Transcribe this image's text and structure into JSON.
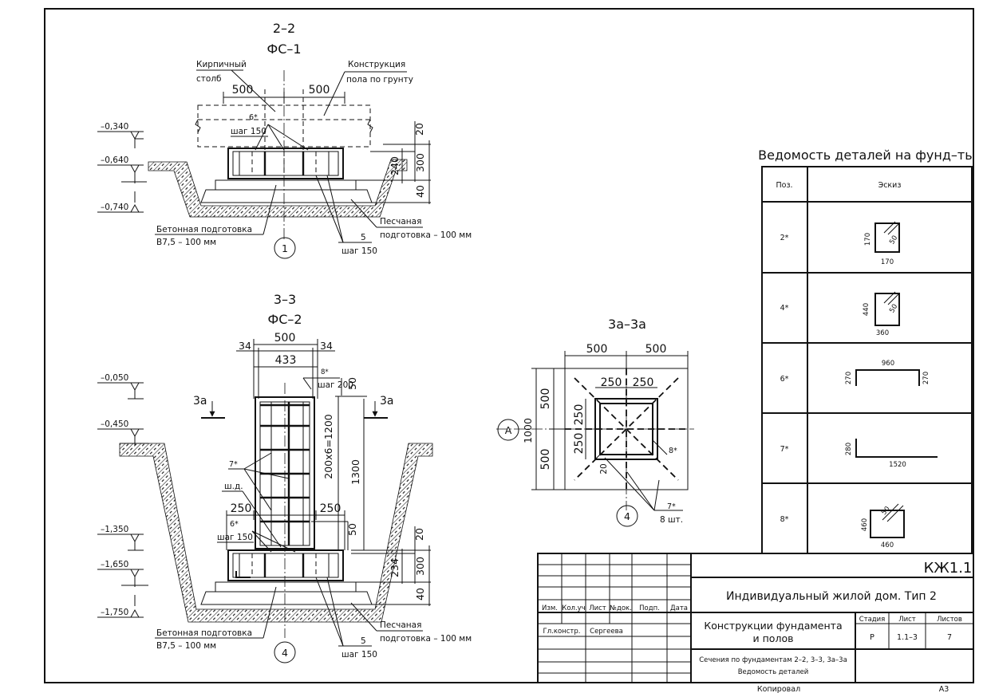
{
  "sections": {
    "s22": {
      "id": "2–2",
      "mark": "ФС–1",
      "label_brick": [
        "Кирпичный",
        "столб"
      ],
      "label_floor": [
        "Конструкция",
        "пола по грунту"
      ],
      "dim_left": "500",
      "dim_right": "500",
      "rebar_top": "6*",
      "rebar_top_step": "шаг 150",
      "dims_right": [
        "20",
        "240",
        "300",
        "40"
      ],
      "levels": [
        "–0,340",
        "–0,640",
        "–0,740"
      ],
      "label_concrete": [
        "Бетонная подготовка",
        "В7,5 – 100 мм"
      ],
      "label_sand": [
        "Песчаная",
        "подготовка – 100 мм"
      ],
      "rebar_bottom": "5",
      "rebar_bottom_step": "шаг 150",
      "axis": "1"
    },
    "s33": {
      "id": "3–3",
      "mark": "ФС–2",
      "dim_500": "500",
      "dim_433": "433",
      "dim_34a": "34",
      "dim_34b": "34",
      "rebar_8": "8*",
      "rebar_8_step": "шаг 200",
      "dim_50a": "50",
      "cut_left": "3а",
      "cut_right": "3а",
      "dim_column": "200x6=1200",
      "dim_1300": "1300",
      "rebar_7": "7*",
      "label_wd": "ш.д.",
      "dim_250a": "250",
      "dim_250b": "250",
      "rebar_6": "6*",
      "rebar_6_step": "шаг 150",
      "dim_50b": "50",
      "dims_right": [
        "20",
        "234",
        "300",
        "40"
      ],
      "levels": [
        "–0,050",
        "–0,450",
        "–1,350",
        "–1,650",
        "–1,750"
      ],
      "label_concrete": [
        "Бетонная подготовка",
        "В7,5 – 100 мм"
      ],
      "label_sand": [
        "Песчаная",
        "подготовка – 100 мм"
      ],
      "rebar_bottom": "5",
      "rebar_bottom_step": "шаг 150",
      "axis": "4"
    },
    "s3a": {
      "id": "3а–3а",
      "dim_top_l": "500",
      "dim_top_r": "500",
      "dim_left_t": "500",
      "dim_left_b": "500",
      "dim_left_total": "1000",
      "dim_in_l": "250",
      "dim_in_r": "250",
      "dim_in_vt": "250",
      "dim_in_vb": "250",
      "dim_20": "20",
      "rebar_8": "8*",
      "rebar_7": "7*",
      "rebar_7_count": "8 шт.",
      "axis_a": "А",
      "axis_4": "4"
    }
  },
  "schedule": {
    "title": "Ведомость деталей на фунд–ты",
    "col_pos": "Поз.",
    "col_sketch": "Эскиз",
    "rows": [
      {
        "pos": "2*",
        "dims": [
          "170",
          "50",
          "170"
        ]
      },
      {
        "pos": "4*",
        "dims": [
          "440",
          "50",
          "360"
        ]
      },
      {
        "pos": "6*",
        "dims": [
          "960",
          "270",
          "270"
        ]
      },
      {
        "pos": "7*",
        "dims": [
          "280",
          "1520"
        ]
      },
      {
        "pos": "8*",
        "dims": [
          "460",
          "50",
          "460"
        ]
      }
    ]
  },
  "title_block": {
    "code": "КЖ1.1",
    "project": "Индивидуальный жилой дом. Тип 2",
    "headers": [
      "Изм.",
      "Кол.уч",
      "Лист",
      "№док.",
      "Подп.",
      "Дата"
    ],
    "role": "Гл.констр.",
    "person": "Сергеева",
    "work_title": [
      "Конструкции фундамента",
      "и полов"
    ],
    "col_stage": "Стадия",
    "col_sheet": "Лист",
    "col_sheets": "Листов",
    "stage": "Р",
    "sheet": "1.1–3",
    "sheets": "7",
    "sheet_title": [
      "Сечения по фундаментам 2–2, 3–3, 3а–3а",
      "Ведомость деталей"
    ],
    "copied": "Копировал",
    "format": "А3"
  }
}
